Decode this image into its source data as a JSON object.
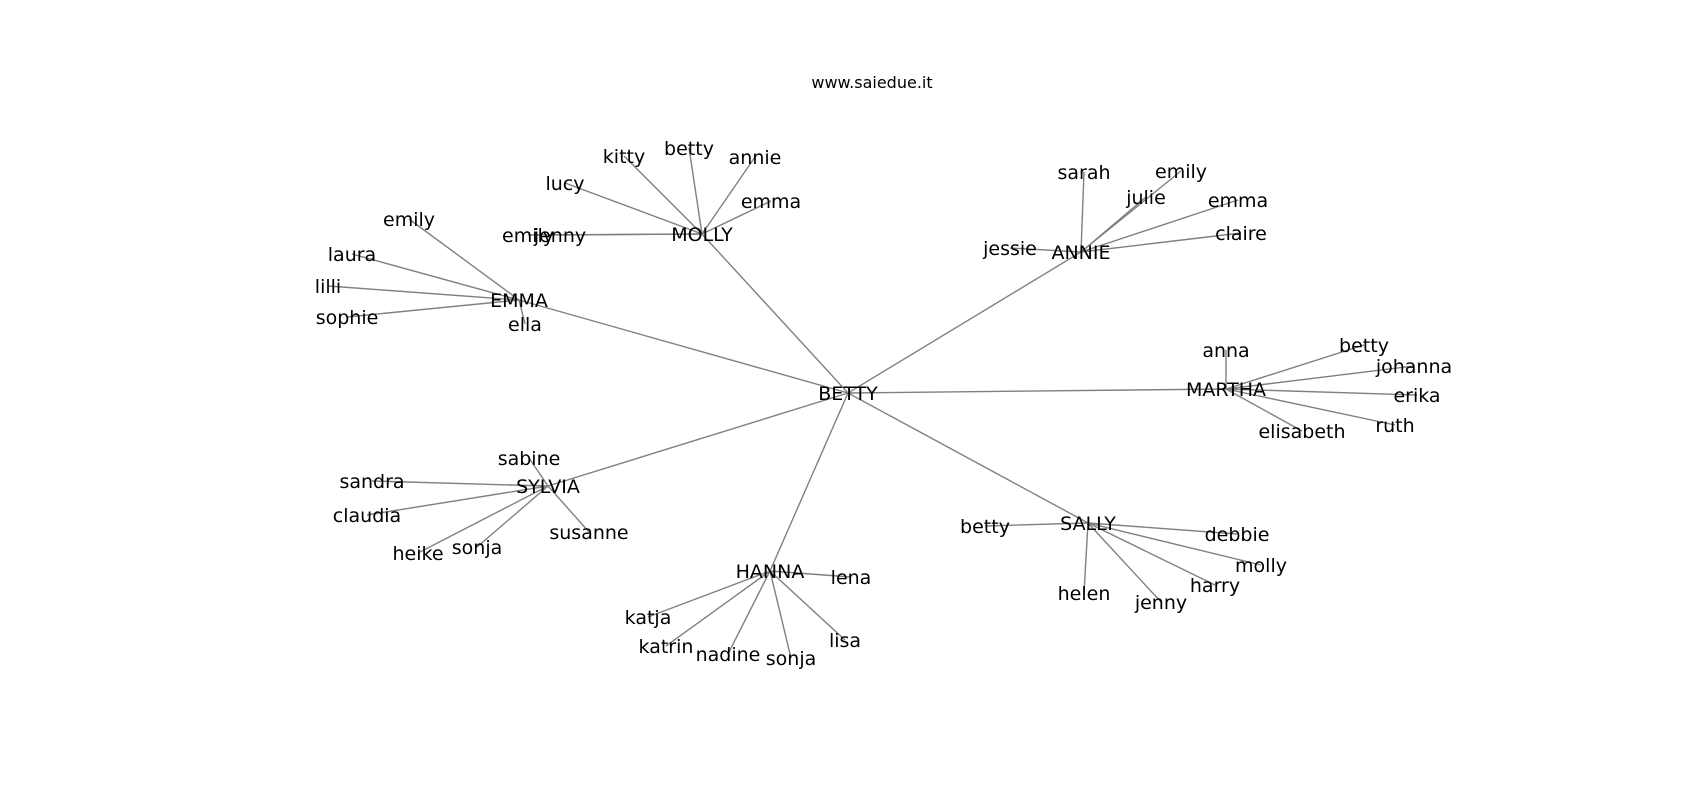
{
  "title": "www.saiedue.it",
  "root": "BETTY",
  "clusters": [
    {
      "name": "MOLLY",
      "children": [
        "kitty",
        "betty",
        "annie",
        "lucy",
        "emma",
        "emily",
        "jenny"
      ]
    },
    {
      "name": "EMMA",
      "children": [
        "emily",
        "laura",
        "lilli",
        "sophie",
        "ella"
      ]
    },
    {
      "name": "ANNIE",
      "children": [
        "sarah",
        "emily",
        "julie",
        "emma",
        "claire",
        "jessie"
      ]
    },
    {
      "name": "MARTHA",
      "children": [
        "anna",
        "betty",
        "johanna",
        "erika",
        "ruth",
        "elisabeth"
      ]
    },
    {
      "name": "SYLVIA",
      "children": [
        "sabine",
        "sandra",
        "claudia",
        "heike",
        "sonja",
        "susanne"
      ]
    },
    {
      "name": "HANNA",
      "children": [
        "lena",
        "katja",
        "katrin",
        "nadine",
        "sonja",
        "lisa"
      ]
    },
    {
      "name": "SALLY",
      "children": [
        "betty",
        "debbie",
        "molly",
        "harry",
        "jenny",
        "helen"
      ]
    }
  ]
}
